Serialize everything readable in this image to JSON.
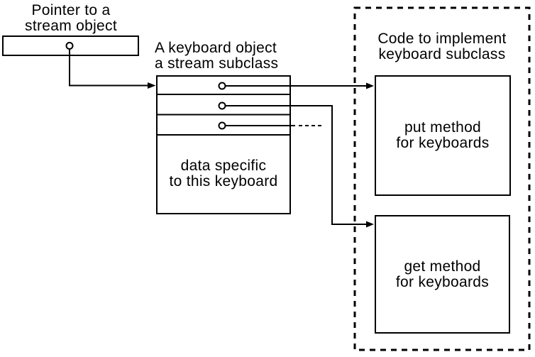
{
  "diagram": {
    "pointer": {
      "title_line1": "Pointer to a",
      "title_line2": "stream object"
    },
    "keyboard_object": {
      "title_line1": "A keyboard object",
      "title_line2": "a stream subclass",
      "data_line1": "data specific",
      "data_line2": "to this keyboard"
    },
    "code_area": {
      "title_line1": "Code to implement",
      "title_line2": "keyboard subclass",
      "put_box": {
        "line1": "put method",
        "line2": "for keyboards"
      },
      "get_box": {
        "line1": "get method",
        "line2": "for keyboards"
      }
    }
  },
  "colors": {
    "ink": "#000000",
    "bg": "#ffffff"
  }
}
